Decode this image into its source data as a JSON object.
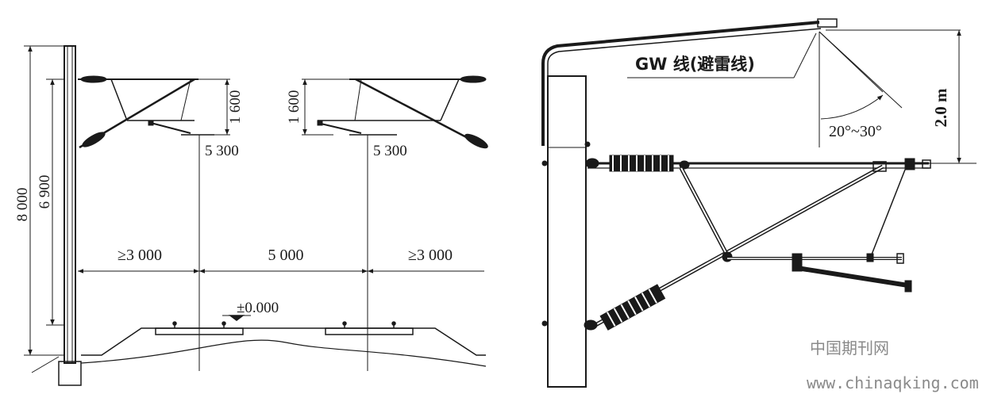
{
  "left_diagram": {
    "heights": {
      "overall": "8 000",
      "wire": "6 900"
    },
    "bracket_drop_left": "1 600",
    "bracket_drop_right": "1 600",
    "track_offset_left": "5 300",
    "track_offset_right": "5 300",
    "spans": {
      "left": "≥3 000",
      "center": "5 000",
      "right": "≥3 000"
    },
    "rail_level": "±0.000"
  },
  "right_diagram": {
    "gw_label": "GW 线(避雷线)",
    "angle_label": "20°~30°",
    "height_label": "2.0 m"
  },
  "watermark": {
    "cn": "中国期刊网",
    "url": "www.chinaqking.com"
  }
}
